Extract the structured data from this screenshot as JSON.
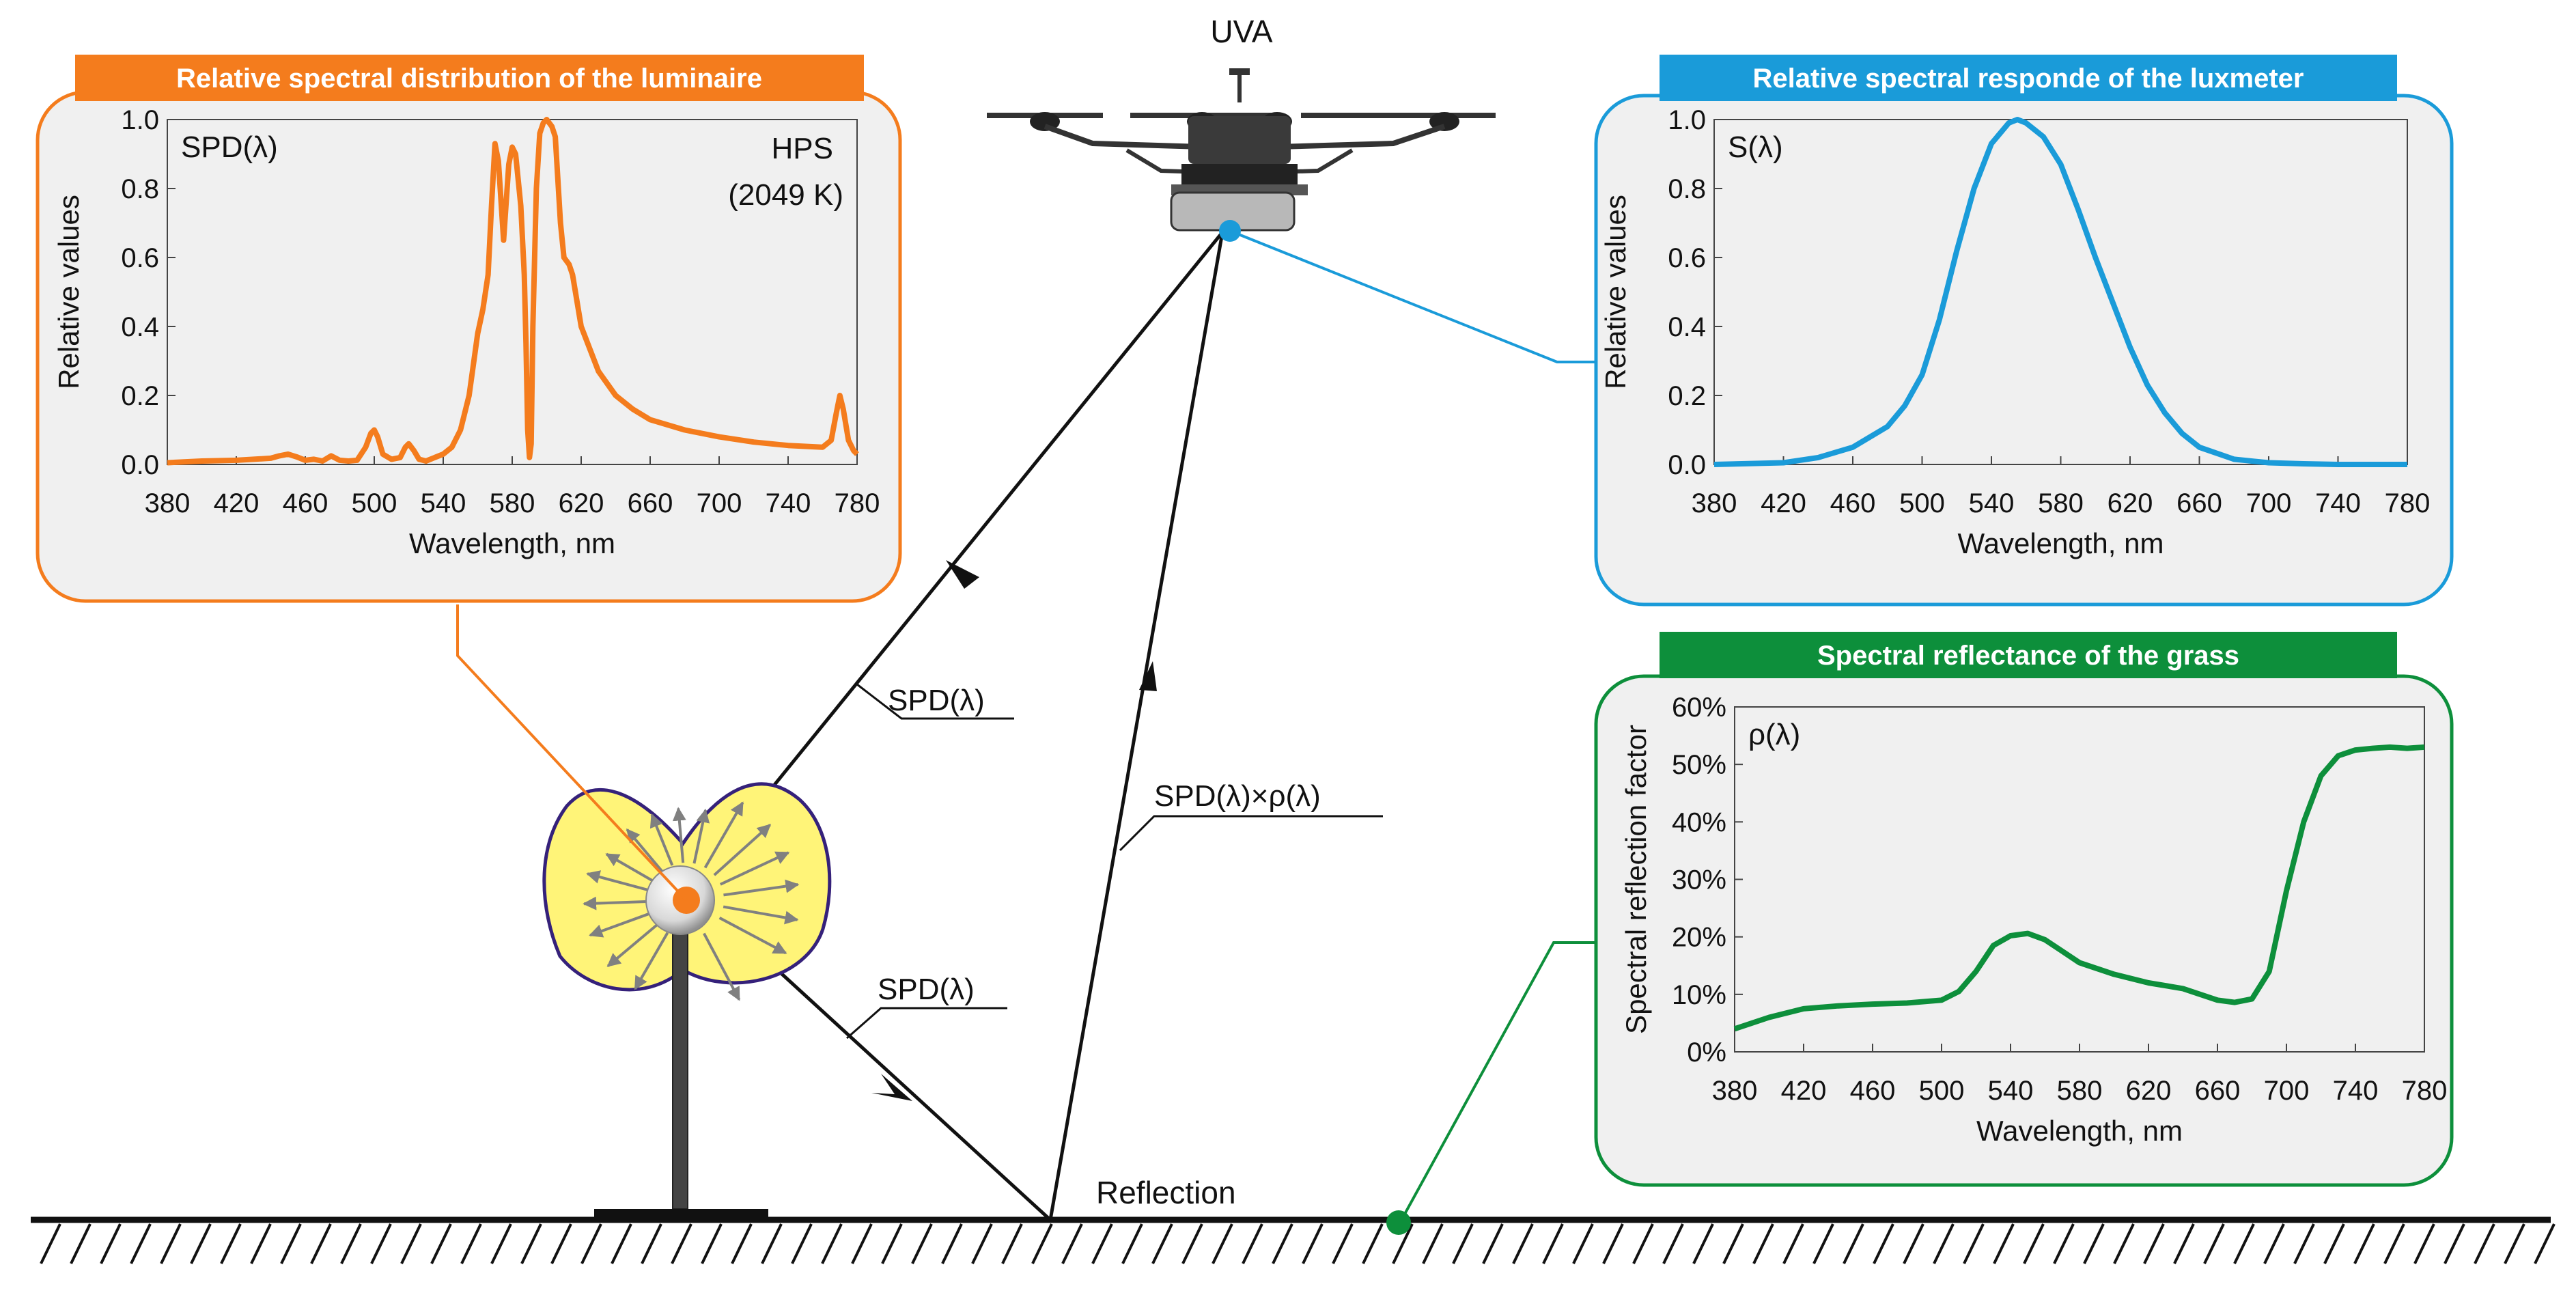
{
  "colors": {
    "orange": "#F47C1D",
    "blue": "#1A9BD9",
    "green": "#0D8F3B",
    "panel_bg": "#F0F0F0",
    "field_fill": "#FFF478",
    "field_border": "#35217A",
    "arrow_gray": "#808080"
  },
  "labels": {
    "uva": "UVA",
    "reflection": "Reflection",
    "spd_up": "SPD(λ)",
    "spd_down": "SPD(λ)",
    "spd_rho": "SPD(λ)×ρ(λ)"
  },
  "icons": [
    "drone-icon",
    "street-lamp-icon",
    "ground-hatch-icon"
  ],
  "panels": {
    "luminaire": {
      "tag": "Relative spectral distribution of the luminaire",
      "func_label": "SPD(λ)",
      "annotation_1": "HPS",
      "annotation_2": "(2049 K)",
      "ylabel": "Relative values",
      "xlabel": "Wavelength, nm",
      "x_ticks": [
        "380",
        "420",
        "460",
        "500",
        "540",
        "580",
        "620",
        "660",
        "700",
        "740",
        "780"
      ],
      "y_ticks": [
        "0.0",
        "0.2",
        "0.4",
        "0.6",
        "0.8",
        "1.0"
      ]
    },
    "luxmeter": {
      "tag": "Relative spectral responde of the luxmeter",
      "func_label": "S(λ)",
      "ylabel": "Relative values",
      "xlabel": "Wavelength, nm",
      "x_ticks": [
        "380",
        "420",
        "460",
        "500",
        "540",
        "580",
        "620",
        "660",
        "700",
        "740",
        "780"
      ],
      "y_ticks": [
        "0.0",
        "0.2",
        "0.4",
        "0.6",
        "0.8",
        "1.0"
      ]
    },
    "grass": {
      "tag": "Spectral reflectance of the grass",
      "func_label": "ρ(λ)",
      "ylabel": "Spectral reflection factor",
      "xlabel": "Wavelength, nm",
      "x_ticks": [
        "380",
        "420",
        "460",
        "500",
        "540",
        "580",
        "620",
        "660",
        "700",
        "740",
        "780"
      ],
      "y_ticks": [
        "0%",
        "10%",
        "20%",
        "30%",
        "40%",
        "50%",
        "60%"
      ]
    }
  },
  "chart_data": [
    {
      "type": "line",
      "name": "luminaire",
      "title": "Relative spectral distribution of the luminaire",
      "xlabel": "Wavelength, nm",
      "ylabel": "Relative values",
      "xlim": [
        380,
        780
      ],
      "ylim": [
        0,
        1.0
      ],
      "grid": false,
      "series": [
        {
          "name": "HPS (2049 K)",
          "x": [
            380,
            400,
            420,
            440,
            445,
            450,
            455,
            460,
            465,
            470,
            475,
            480,
            485,
            490,
            495,
            498,
            500,
            502,
            505,
            510,
            515,
            518,
            520,
            523,
            526,
            530,
            535,
            540,
            545,
            550,
            555,
            560,
            563,
            566,
            568,
            570,
            572,
            575,
            578,
            580,
            582,
            585,
            587,
            588,
            589,
            590,
            591,
            592,
            594,
            596,
            598,
            600,
            603,
            605,
            608,
            610,
            613,
            615,
            620,
            630,
            640,
            650,
            660,
            680,
            700,
            720,
            740,
            760,
            765,
            768,
            770,
            772,
            775,
            778,
            780
          ],
          "y": [
            0.005,
            0.01,
            0.012,
            0.018,
            0.025,
            0.03,
            0.022,
            0.012,
            0.015,
            0.01,
            0.025,
            0.012,
            0.01,
            0.012,
            0.05,
            0.09,
            0.1,
            0.08,
            0.03,
            0.015,
            0.02,
            0.05,
            0.06,
            0.04,
            0.015,
            0.01,
            0.02,
            0.03,
            0.05,
            0.1,
            0.2,
            0.38,
            0.45,
            0.55,
            0.75,
            0.93,
            0.88,
            0.65,
            0.87,
            0.92,
            0.9,
            0.75,
            0.55,
            0.35,
            0.1,
            0.02,
            0.06,
            0.4,
            0.8,
            0.96,
            0.99,
            1.0,
            0.98,
            0.95,
            0.7,
            0.6,
            0.58,
            0.55,
            0.4,
            0.27,
            0.2,
            0.16,
            0.13,
            0.1,
            0.08,
            0.065,
            0.055,
            0.05,
            0.07,
            0.15,
            0.2,
            0.16,
            0.07,
            0.04,
            0.03
          ]
        }
      ]
    },
    {
      "type": "line",
      "name": "luxmeter",
      "title": "Relative spectral responde of the luxmeter",
      "xlabel": "Wavelength, nm",
      "ylabel": "Relative values",
      "xlim": [
        380,
        780
      ],
      "ylim": [
        0,
        1.0
      ],
      "grid": false,
      "series": [
        {
          "name": "S(λ)",
          "x": [
            380,
            420,
            440,
            460,
            480,
            490,
            500,
            510,
            520,
            530,
            540,
            550,
            555,
            560,
            570,
            580,
            590,
            600,
            610,
            620,
            630,
            640,
            650,
            660,
            680,
            700,
            720,
            740,
            760,
            780
          ],
          "y": [
            0.0,
            0.005,
            0.02,
            0.05,
            0.11,
            0.17,
            0.26,
            0.42,
            0.62,
            0.8,
            0.93,
            0.99,
            1.0,
            0.99,
            0.95,
            0.87,
            0.74,
            0.6,
            0.47,
            0.34,
            0.23,
            0.15,
            0.09,
            0.05,
            0.015,
            0.005,
            0.002,
            0.0,
            0.0,
            0.0
          ]
        }
      ]
    },
    {
      "type": "line",
      "name": "grass",
      "title": "Spectral reflectance of the grass",
      "xlabel": "Wavelength, nm",
      "ylabel": "Spectral reflection factor",
      "xlim": [
        380,
        780
      ],
      "ylim": [
        0,
        60
      ],
      "grid": false,
      "series": [
        {
          "name": "ρ(λ)",
          "x": [
            380,
            400,
            420,
            440,
            460,
            480,
            500,
            510,
            520,
            530,
            540,
            550,
            560,
            570,
            580,
            600,
            620,
            640,
            660,
            670,
            680,
            690,
            700,
            710,
            720,
            730,
            740,
            750,
            760,
            770,
            780
          ],
          "y": [
            4,
            6,
            7.5,
            8,
            8.3,
            8.5,
            9,
            10.5,
            14,
            18.5,
            20.2,
            20.6,
            19.5,
            17.5,
            15.5,
            13.5,
            12,
            11,
            9,
            8.6,
            9.2,
            14,
            28,
            40,
            48,
            51.5,
            52.5,
            52.8,
            53,
            52.8,
            53
          ]
        }
      ]
    }
  ]
}
